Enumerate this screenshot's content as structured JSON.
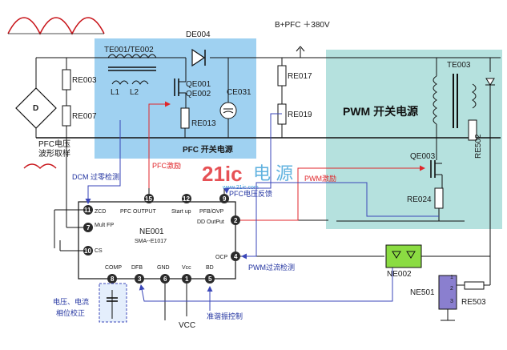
{
  "labels": {
    "de004": "DE004",
    "bplus": "B+PFC ＋380V",
    "te001": "TE001/TE002",
    "l1": "L1",
    "l2": "L2",
    "qe001": "QE001",
    "qe002": "QE002",
    "ce031": "CE031",
    "re003": "RE003",
    "re007": "RE007",
    "re013": "RE013",
    "re017": "RE017",
    "re019": "RE019",
    "d": "D",
    "pfc_sample_1": "PFC电压",
    "pfc_sample_2": "波形取样",
    "pfc_block": "PFC 开关电源",
    "pwm_block": "PWM 开关电源",
    "te003": "TE003",
    "qe003": "QE003",
    "re024": "RE024",
    "re502": "RE502",
    "ne002": "NE002",
    "ne501": "NE501",
    "re503": "RE503",
    "dcm": "DCM 过零检测",
    "pfc_drive": "PFC激励",
    "pfc_fb": "PFC电压反馈",
    "pwm_drive": "PWM激励",
    "pwm_ocp": "PWM过流检测",
    "phase_1": "电压、电流",
    "phase_2": "相位校正",
    "osc_ctrl": "准谐振控制",
    "vcc": "VCC",
    "watermark_logo": "21ic",
    "watermark_cn": "电 源",
    "watermark_url": "www.21ic.com",
    "ic_name": "NE001",
    "ic_part": "SMA--E1017",
    "ic_dd": "DD OutPut",
    "pin_zcd": "ZCD",
    "pin_pfcout": "PFC OUTPUT",
    "pin_startup": "Start up",
    "pin_pfbovp": "PFB/OVP",
    "pin_multfp": "Mult FP",
    "pin_cs": "CS",
    "pin_ocp": "OCP",
    "pin_comp": "COMP",
    "pin_dfb": "DFB",
    "pin_gnd": "GND",
    "pin_vcc": "Vcc",
    "pin_bd": "BD",
    "n11": "11",
    "n7": "7",
    "n10": "10",
    "n15": "15",
    "n12": "12",
    "n9": "9",
    "n2": "2",
    "n4": "4",
    "n8": "8",
    "n3": "3",
    "n6": "6",
    "n1": "1",
    "n5": "5",
    "ne501_1": "1",
    "ne501_2": "2",
    "ne501_3": "3"
  },
  "colors": {
    "pfc_block": "#8ec9ee",
    "pwm_block": "#a8dcd8",
    "pin_circle": "#2b2b2b",
    "red_arrow": "#e0262b",
    "blue_arrow": "#3a46b8",
    "wave": "#c8141a"
  }
}
